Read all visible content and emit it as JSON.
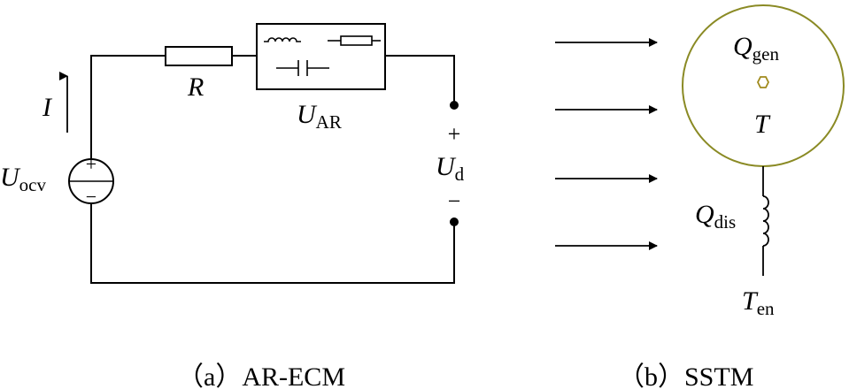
{
  "ecm": {
    "current": {
      "sym": "I"
    },
    "source": {
      "sym": "U",
      "sub": "ocv",
      "plus": "+",
      "minus": "−"
    },
    "resistor": {
      "sym": "R"
    },
    "ar_block": {
      "sym": "U",
      "sub": "AR"
    },
    "terminal": {
      "sym": "U",
      "sub": "d",
      "plus": "+",
      "minus": "−"
    },
    "caption": "（a）AR-ECM"
  },
  "sstm": {
    "q_gen": {
      "sym": "Q",
      "sub": "gen"
    },
    "temp": {
      "sym": "T"
    },
    "q_dis": {
      "sym": "Q",
      "sub": "dis"
    },
    "t_en": {
      "sym": "T",
      "sub": "en"
    },
    "caption": "（b）SSTM"
  },
  "colors": {
    "line": "#000000",
    "circle_stroke": "#8a8a24",
    "node": "#a08a1c"
  }
}
